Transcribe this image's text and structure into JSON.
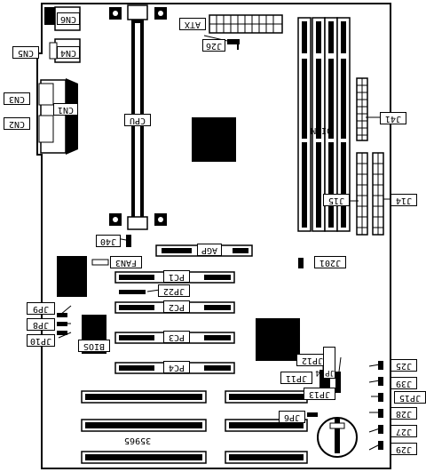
{
  "diagram": {
    "board_number": "35965",
    "connectors": {
      "cn6": "CN6",
      "cn4": "CN4",
      "cn5": "CN5",
      "cn3": "CN3",
      "cn1": "CN1",
      "cn2": "CN2",
      "atx": "ATX",
      "cpu": "CPU",
      "dimm": "DIMM",
      "agp": "AGP",
      "pc1": "PC1",
      "pc2": "PC2",
      "pc3": "PC3",
      "pc4": "PC4",
      "bios": "BIOS",
      "fan3": "FAN3"
    },
    "jumpers": {
      "j26": "J26",
      "j41": "J41",
      "j15": "J15",
      "j14": "J14",
      "j40": "J40",
      "j201": "J201",
      "jp22": "JP22",
      "jp9": "JP9",
      "jp8": "JP8",
      "jp10": "JP10",
      "jp12": "JP12",
      "jp14": "JP14",
      "jp11": "JP11",
      "jp13": "JP13",
      "jp6": "JP6",
      "j25": "J25",
      "j39": "J39",
      "jp15": "JP15",
      "j28": "J28",
      "j27": "J27",
      "j29": "J29"
    }
  }
}
